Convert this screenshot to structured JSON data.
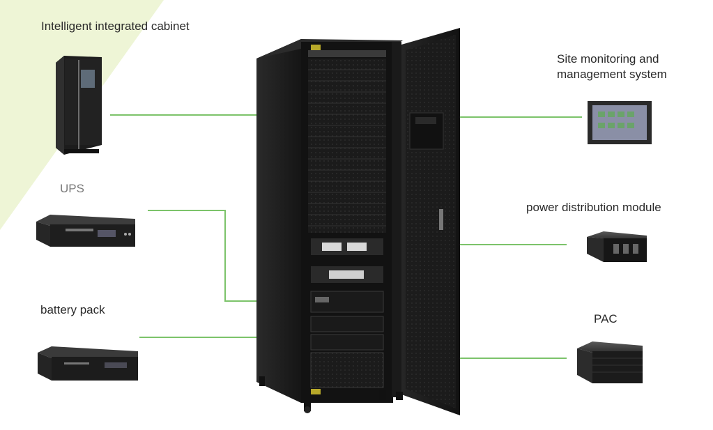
{
  "labels": {
    "intelligent_cabinet": "Intelligent integrated cabinet",
    "ups": "UPS",
    "battery_pack": "battery pack",
    "site_monitoring_line1": "Site monitoring and",
    "site_monitoring_line2": "management system",
    "power_distribution": "power distribution module",
    "pac": "PAC"
  },
  "colors": {
    "connector": "#7cc36a",
    "corner_accent": "#eef5d6",
    "cabinet_body": "#1d1d1d",
    "screen": "#8a8fa6"
  },
  "images": [
    "small-cabinet-image",
    "ups-unit-image",
    "battery-pack-image",
    "main-cabinet-image",
    "monitoring-screen-image",
    "power-distribution-module-image",
    "pac-unit-image"
  ]
}
